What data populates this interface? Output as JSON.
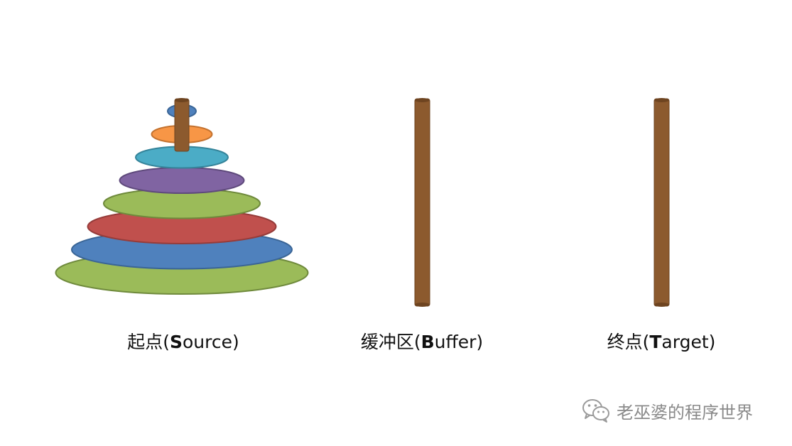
{
  "labels": {
    "source": {
      "zh": "起点(",
      "initial": "S",
      "rest": "ource)"
    },
    "buffer": {
      "zh": "缓冲区(",
      "initial": "B",
      "rest": "uffer)"
    },
    "target": {
      "zh": "终点(",
      "initial": "T",
      "rest": "arget)"
    }
  },
  "watermark": {
    "icon": "wechat-icon",
    "text": "老巫婆的程序世界"
  },
  "colors": {
    "peg": "#8c5a2e",
    "peg_edge": "#6e4420",
    "disk_outline": "#4a5a2a"
  },
  "disks": [
    {
      "size": 8,
      "color": "#9bbb59",
      "outline": "#6f8a3c"
    },
    {
      "size": 7,
      "color": "#4f81bd",
      "outline": "#3a6596"
    },
    {
      "size": 6,
      "color": "#c0504d",
      "outline": "#963c3a"
    },
    {
      "size": 5,
      "color": "#9bbb59",
      "outline": "#6f8a3c"
    },
    {
      "size": 4,
      "color": "#8064a2",
      "outline": "#5f4a7c"
    },
    {
      "size": 3,
      "color": "#4bacc6",
      "outline": "#35849a"
    },
    {
      "size": 2,
      "color": "#f79646",
      "outline": "#c4722f"
    },
    {
      "size": 1,
      "color": "#4f81bd",
      "outline": "#3a6596"
    }
  ]
}
